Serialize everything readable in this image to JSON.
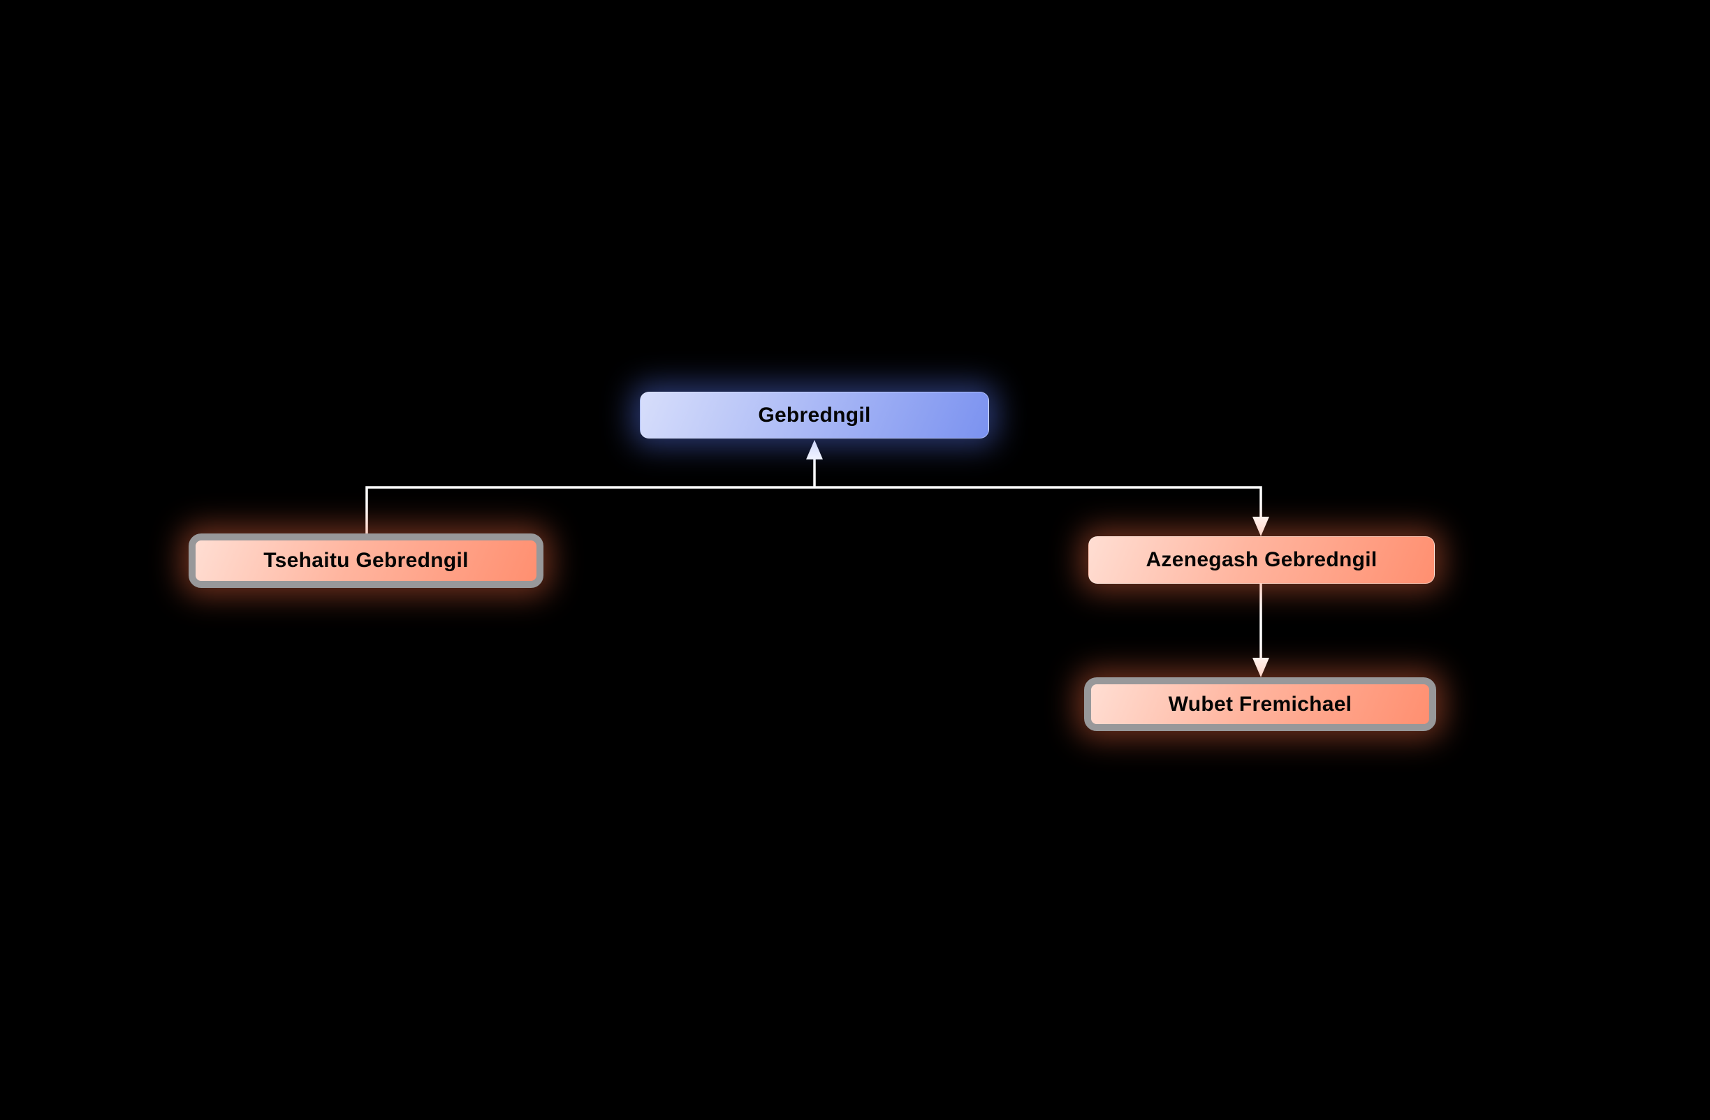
{
  "diagram": {
    "type": "family-tree",
    "background_color": "#000000",
    "connector_color": "#ffffff",
    "text_color": "#050505",
    "nodes": [
      {
        "label": "Gebredngil",
        "role": "root",
        "style": "blue-gradient",
        "highlighted": false
      },
      {
        "label": "Tsehaitu Gebredngil",
        "role": "member",
        "style": "salmon-gradient",
        "highlighted": true
      },
      {
        "label": "Azenegash Gebredngil",
        "role": "member",
        "style": "salmon-gradient",
        "highlighted": false
      },
      {
        "label": "Wubet Fremichael",
        "role": "member",
        "style": "salmon-gradient",
        "highlighted": true
      }
    ],
    "colors": {
      "root_gradient_start": "#d7defb",
      "root_gradient_end": "#7b92f0",
      "member_gradient_start": "#ffded3",
      "member_gradient_end": "#ff8f70",
      "highlight_border": "#98989a",
      "root_glow": "#5c7af5",
      "member_glow": "#ff7046"
    },
    "edges": [
      {
        "from": "Tsehaitu Gebredngil",
        "to": "junction",
        "arrowhead": "none"
      },
      {
        "from": "junction",
        "to": "Gebredngil",
        "arrowhead": "up"
      },
      {
        "from": "junction",
        "to": "Azenegash Gebredngil",
        "arrowhead": "down"
      },
      {
        "from": "Azenegash Gebredngil",
        "to": "Wubet Fremichael",
        "arrowhead": "down"
      }
    ]
  }
}
